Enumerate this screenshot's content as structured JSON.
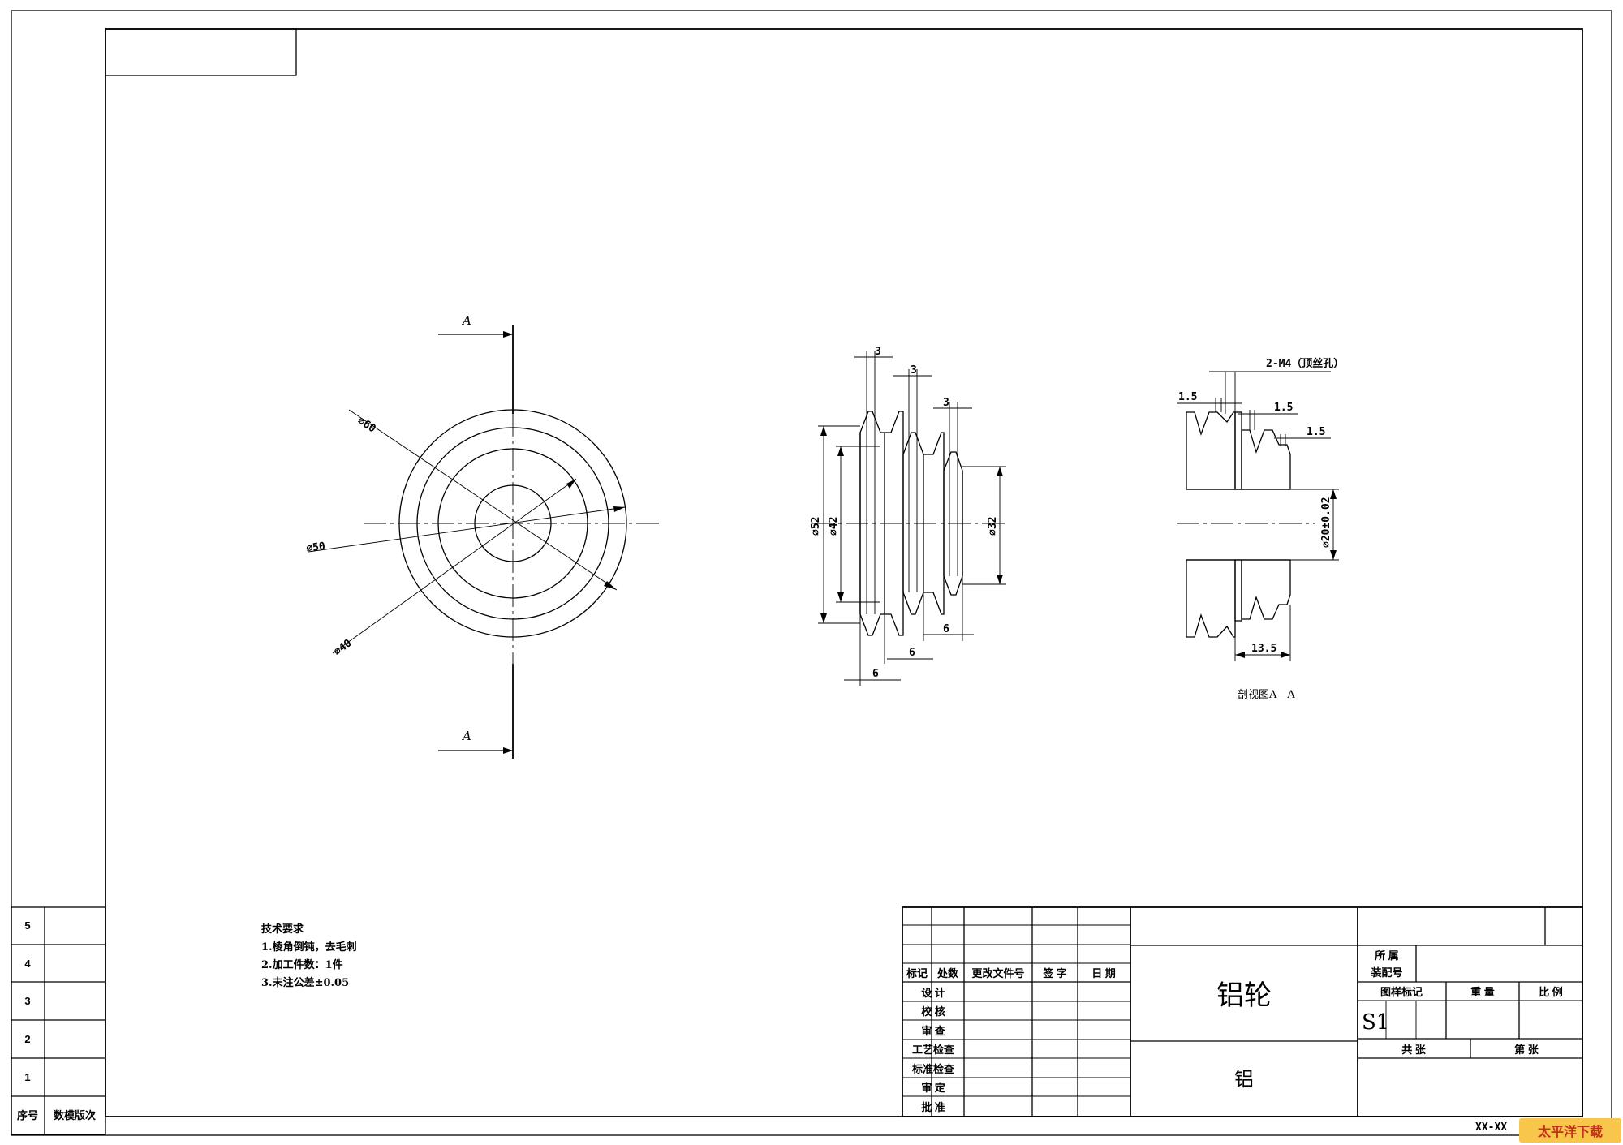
{
  "section_labels": {
    "cut_top": "A",
    "cut_bottom": "A"
  },
  "front_view": {
    "d60": "⌀60",
    "d50": "⌀50",
    "d40": "⌀40"
  },
  "side_view": {
    "groove_w1": "3",
    "groove_w2": "3",
    "groove_w3": "3",
    "d52": "⌀52",
    "d42": "⌀42",
    "d32": "⌀32",
    "step1": "6",
    "step2": "6",
    "step3": "6"
  },
  "section_view": {
    "set_screw": "2-M4（顶丝孔）",
    "w_left": "1.5",
    "w_mid": "1.5",
    "w_right": "1.5",
    "bore": "⌀20±0.02",
    "length": "13.5",
    "caption": "剖视图A—A"
  },
  "tech_req": {
    "title": "技术要求",
    "items": [
      "1.棱角倒钝，去毛刺",
      "2.加工件数：1件",
      "3.未注公差±0.05"
    ]
  },
  "revision_block": {
    "rows": [
      "5",
      "4",
      "3",
      "2",
      "1"
    ],
    "col_seq": "序号",
    "col_ver": "数模版次"
  },
  "title_block": {
    "h_mark": "标记",
    "h_count": "处数",
    "h_doc": "更改文件号",
    "h_sign": "签 字",
    "h_date": "日 期",
    "roles": [
      "设  计",
      "校  核",
      "审  查",
      "工艺检查",
      "标准检查",
      "审  定",
      "批  准"
    ],
    "part_name": "铝轮",
    "material": "铝",
    "assembly_label_1": "所  属",
    "assembly_label_2": "装配号",
    "h_drawing_mark": "图样标记",
    "h_weight": "重  量",
    "h_scale": "比  例",
    "drawing_mark": "S1",
    "total_sheets": "共        张",
    "sheet_no": "第        张",
    "drawing_no": "XX-XX"
  },
  "watermark": "太平洋下载"
}
